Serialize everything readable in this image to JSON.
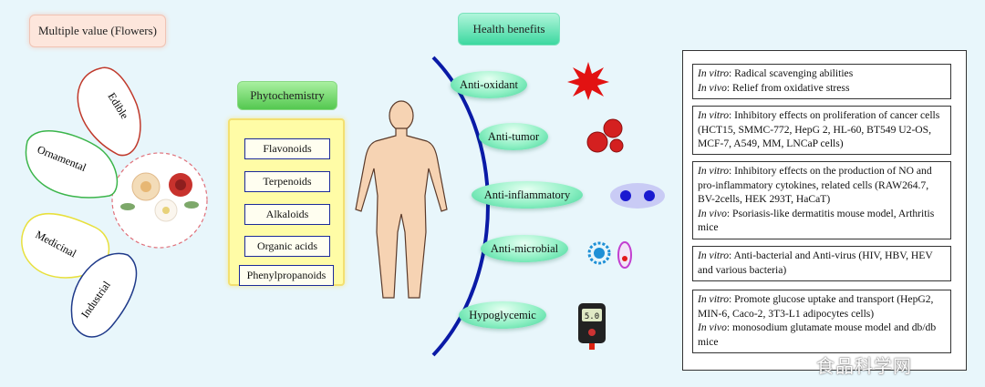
{
  "multiple_value": {
    "title": "Multiple value (Flowers)",
    "petals": [
      {
        "label": "Edible",
        "color": "#c0392b"
      },
      {
        "label": "Ornamental",
        "color": "#3bb54a"
      },
      {
        "label": "Medicinal",
        "color": "#e8e03c"
      },
      {
        "label": "Industrial",
        "color": "#1f3a8a"
      }
    ]
  },
  "phytochemistry": {
    "title": "Phytochemistry",
    "items": [
      "Flavonoids",
      "Terpenoids",
      "Alkaloids",
      "Organic acids",
      "Phenylpropanoids"
    ]
  },
  "health_benefits": {
    "title": "Health benefits",
    "nodes": [
      "Anti-oxidant",
      "Anti-tumor",
      "Anti-inflammatory",
      "Anti-microbial",
      "Hypoglycemic"
    ]
  },
  "glucometer_reading": "5.0",
  "info_boxes": [
    {
      "lines": [
        [
          "In vitro",
          ": Radical scavenging abilities"
        ],
        [
          "In vivo",
          ": Relief from oxidative stress"
        ]
      ]
    },
    {
      "lines": [
        [
          "In vitro",
          ": Inhibitory effects on proliferation of cancer cells (HCT15, SMMC-772, HepG 2, HL-60, BT549 U2-OS, MCF-7, A549, MM, LNCaP cells)"
        ]
      ]
    },
    {
      "lines": [
        [
          "In vitro",
          ": Inhibitory effects on the production of NO and pro-inflammatory cytokines, related cells (RAW264.7, BV-2cells, HEK 293T, HaCaT)"
        ],
        [
          "In vivo",
          ": Psoriasis-like dermatitis mouse model, Arthritis mice"
        ]
      ]
    },
    {
      "lines": [
        [
          "In vitro",
          ": Anti-bacterial and Anti-virus (HIV, HBV, HEV and various bacteria)"
        ]
      ]
    },
    {
      "lines": [
        [
          "In vitro",
          ": Promote glucose uptake and transport (HepG2, MIN-6, Caco-2, 3T3-L1 adipocytes cells)"
        ],
        [
          "In vivo",
          ": monosodium glutamate mouse model and db/db mice"
        ]
      ]
    }
  ],
  "watermark": "食品科学网"
}
